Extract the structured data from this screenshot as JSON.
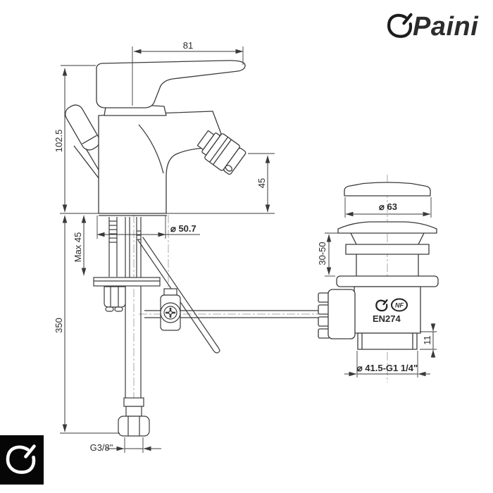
{
  "brand": {
    "logo_text": "Paini",
    "symbol": "paini-apple-symbol"
  },
  "drawing": {
    "dimensions": {
      "spout_reach": "81",
      "body_height": "102.5",
      "aerator_height": "45",
      "base_diameter": "⌀ 50.7",
      "max_mounting_thickness": "Max 45",
      "hose_length": "350",
      "inlet_thread": "G3/8\"",
      "waste_cap_diameter": "⌀ 63",
      "waste_adjust_range": "30-50",
      "waste_thread_length": "11",
      "waste_thread": "⌀ 41.5-G1 1/4\""
    },
    "labels": {
      "standard": "EN274",
      "nf_mark": "NF"
    }
  },
  "colors": {
    "line": "#3a3a3a",
    "centerline": "#a8a8a8",
    "logo_block_bg": "#060606",
    "background": "#ffffff"
  }
}
